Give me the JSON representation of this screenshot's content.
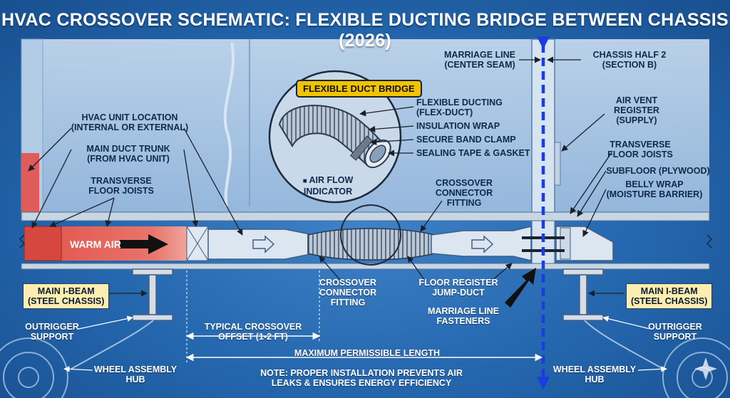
{
  "title": "HVAC CROSSOVER SCHEMATIC: FLEXIBLE DUCTING BRIDGE BETWEEN CHASSIS (2026)",
  "callout_title": "FLEXIBLE DUCT BRIDGE",
  "labels": {
    "hvac_unit_location": "HVAC UNIT LOCATION\n(INTERNAL OR EXTERNAL)",
    "main_duct_trunk": "MAIN DUCT TRUNK\n(FROM HVAC UNIT)",
    "transverse_joists_left": "TRANSVERSE\nFLOOR JOISTS",
    "warm_air": "WARM AIR",
    "flexible_ducting": "FLEXIBLE DUCTING\n(FLEX-DUCT)",
    "insulation_wrap": "INSULATION WRAP",
    "secure_band_clamp": "SECURE BAND CLAMP",
    "sealing_tape": "SEALING TAPE & GASKET",
    "air_flow_indicator": "AIR FLOW\nINDICATOR",
    "crossover_connector_top": "CROSSOVER\nCONNECTOR\nFITTING",
    "marriage_line": "MARRIAGE LINE\n(CENTER SEAM)",
    "chassis_half_2": "CHASSIS HALF 2\n(SECTION B)",
    "air_vent_register": "AIR VENT\nREGISTER\n(SUPPLY)",
    "transverse_joists_right": "TRANSVERSE\nFLOOR JOISTS",
    "subfloor": "SUBFLOOR (PLYWOOD)",
    "belly_wrap": "BELLY WRAP\n(MOISTURE BARRIER)",
    "main_ibeam_left": "MAIN I-BEAM\n(STEEL CHASSIS)",
    "main_ibeam_right": "MAIN I-BEAM\n(STEEL CHASSIS)",
    "crossover_connector_bottom": "CROSSOVER\nCONNECTOR\nFITTING",
    "floor_register": "FLOOR REGISTER\nJUMP-DUCT",
    "marriage_line_fasteners": "MARRIAGE LINE\nFASTENERS",
    "outrigger_left": "OUTRIGGER\nSUPPORT",
    "outrigger_right": "OUTRIGGER\nSUPPORT",
    "typical_offset": "TYPICAL CROSSOVER\nOFFSET (1-2 FT)",
    "max_length": "MAXIMUM PERMISSIBLE LENGTH",
    "wheel_left": "WHEEL ASSEMBLY\nHUB",
    "wheel_right": "WHEEL ASSEMBLY\nHUB",
    "note": "NOTE: PROPER INSTALLATION PREVENTS AIR\nLEAKS & ENSURES ENERGY EFFICIENCY"
  },
  "colors": {
    "background": "#2466ad",
    "warm_air": "#e2504a",
    "flow_arrow": "#111111",
    "marriage_line": "#1a3de0",
    "callout_tag": "#f2c400",
    "ibeam_tag": "#fbeeb0"
  }
}
